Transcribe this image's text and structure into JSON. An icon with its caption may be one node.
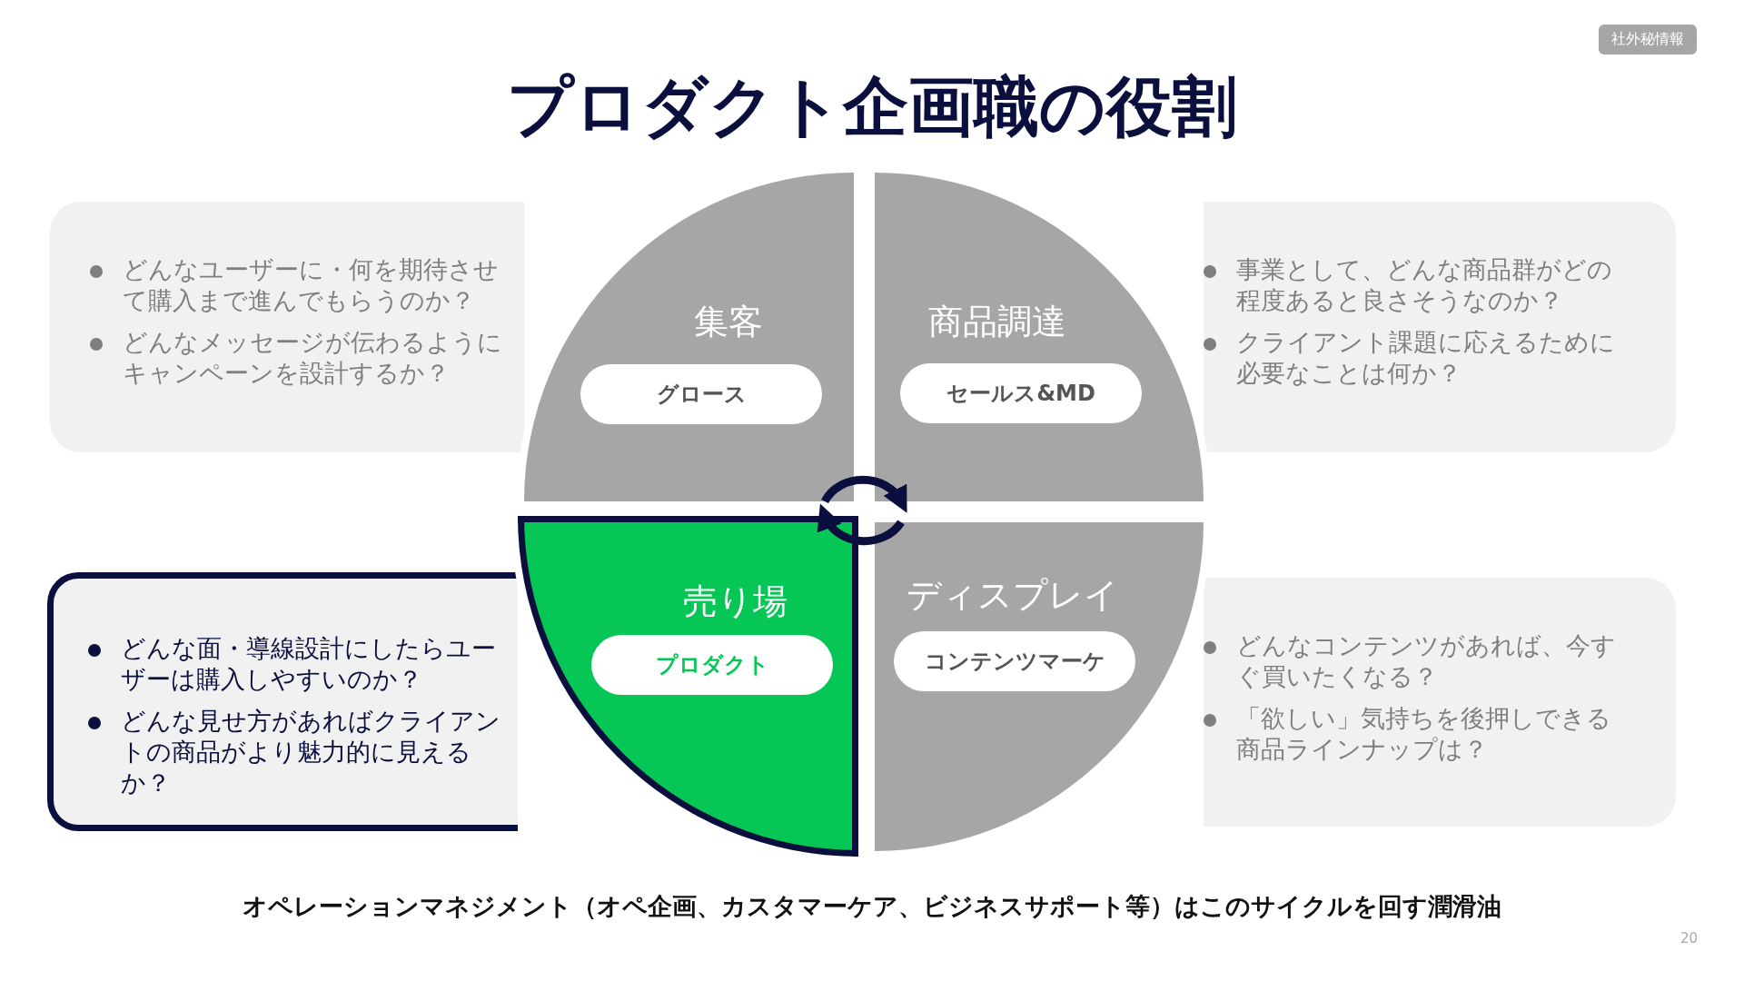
{
  "diagram": {
    "title": "プロダクト企画職の役割",
    "caption": "オペレーションマネジメント（オペ企画、カスタマーケア、ビジネスサポート等）はこのサイクルを回す潤滑油",
    "nodes": [
      {
        "text": [
          "どんなユーザーに・何を期待させて購入まで進んでもらうのか？",
          "どんなメッセージが伝わるようにキャンペーンを設計するか？"
        ]
      },
      {
        "text": [
          "集客"
        ]
      },
      {
        "text": [
          "グロース"
        ],
        "in": 1
      },
      {
        "text": [
          "商品調達"
        ]
      },
      {
        "text": [
          "セールス&MD"
        ],
        "in": 3
      },
      {
        "text": [
          "事業として、どんな商品群がどの程度あると良さそうなのか？",
          "クライアント課題に応えるために必要なことは何か？"
        ]
      },
      {
        "text": [
          "どんな面・導線設計にしたらユーザーは購入しやすいのか？",
          "どんな見せ方があればクライアントの商品がより魅力的に見えるか？"
        ]
      },
      {
        "text": [
          "売り場"
        ]
      },
      {
        "text": [
          "プロダクト"
        ],
        "in": 7
      },
      {
        "text": [
          "ディスプレイ"
        ]
      },
      {
        "text": [
          "コンテンツマーケ"
        ],
        "in": 9
      },
      {
        "text": [
          "どんなコンテンツがあれば、今すぐ買いたくなる？",
          "「欲しい」気持ちを後押しできる商品ラインナップは？"
        ]
      }
    ],
    "edges": [
      {
        "from": 1,
        "to": 3,
        "arrow": "to"
      },
      {
        "from": 9,
        "to": 7,
        "arrow": "to"
      }
    ],
    "labels": [
      "社外秘情報",
      "20"
    ]
  }
}
